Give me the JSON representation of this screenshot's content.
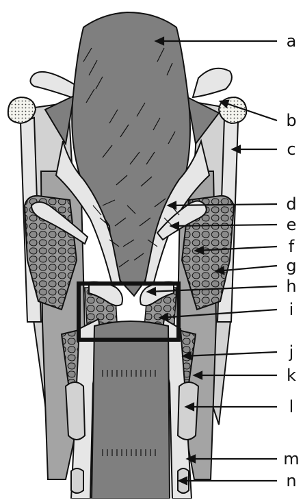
{
  "labels": {
    "a": "a",
    "b": "b",
    "c": "c",
    "d": "d",
    "e": "e",
    "f": "f",
    "g": "g",
    "h": "h",
    "i": "i",
    "j": "j",
    "k": "k",
    "l": "l",
    "m": "m",
    "n": "n"
  },
  "colors": {
    "outline": "#111111",
    "dark_tissue": "#7f7f7f",
    "mid_tissue": "#a4a4a4",
    "light_tissue": "#d2d2d2",
    "pale_tissue": "#e6e6e6",
    "cartilage_tip": "#f4f4ee",
    "background": "#ffffff"
  }
}
